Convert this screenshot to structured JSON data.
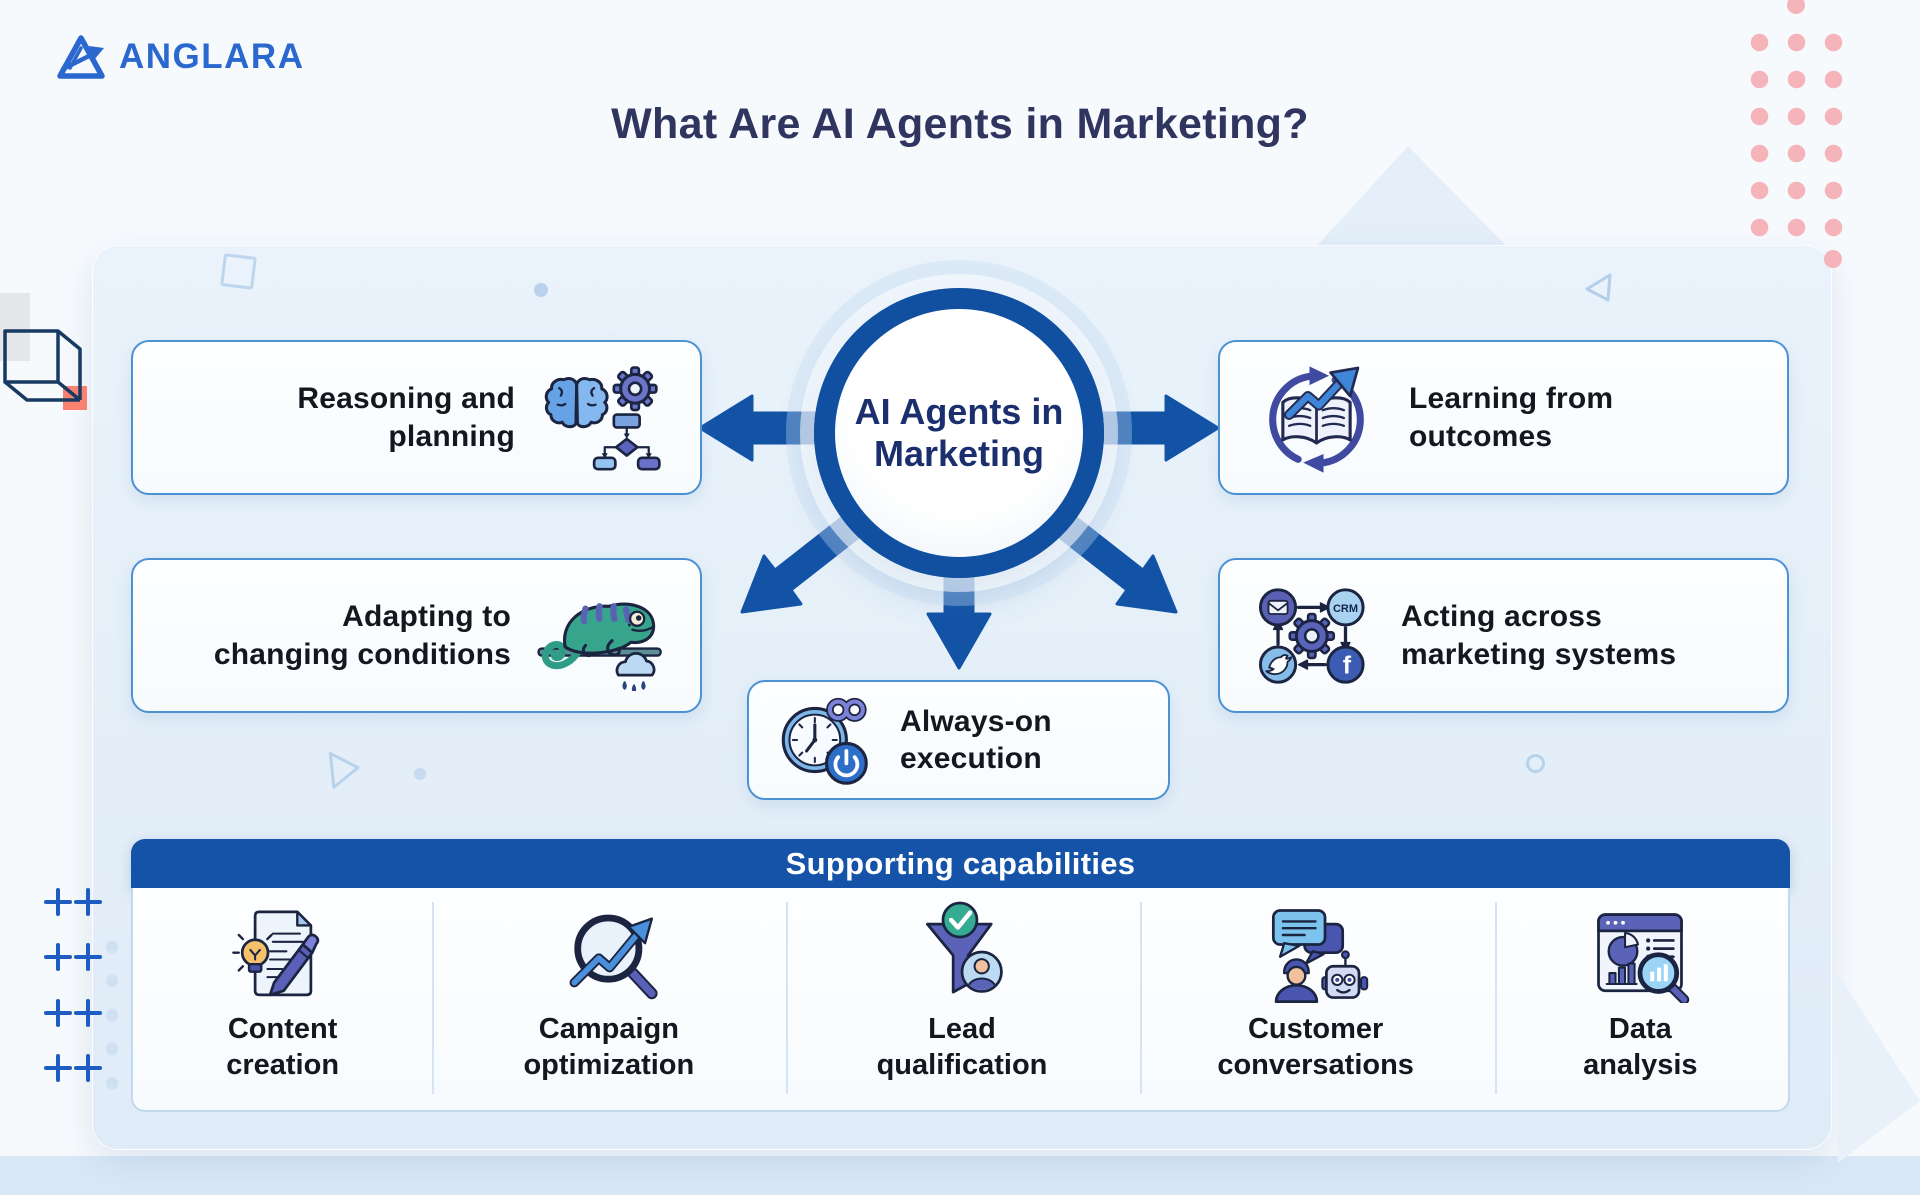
{
  "brand": {
    "name": "ANGLARA",
    "logo_icon": "triangle-arrow-logo"
  },
  "title": "What Are AI Agents in Marketing?",
  "hub": {
    "line1": "AI Agents in",
    "line2": "Marketing"
  },
  "features": [
    {
      "line1": "Reasoning and",
      "line2": "planning",
      "icon": "brain-flowchart-icon"
    },
    {
      "line1": "Learning from",
      "line2": "outcomes",
      "icon": "book-growth-icon"
    },
    {
      "line1": "Adapting to",
      "line2": "changing conditions",
      "icon": "chameleon-icon"
    },
    {
      "line1": "Acting across",
      "line2": "marketing systems",
      "icon": "marketing-systems-icon",
      "badge_crm": "CRM",
      "badge_facebook": "f"
    },
    {
      "line1": "Always-on",
      "line2": "execution",
      "icon": "clock-infinity-power-icon"
    }
  ],
  "supporting": {
    "header": "Supporting capabilities",
    "items": [
      {
        "line1": "Content",
        "line2": "creation",
        "icon": "document-pen-bulb-icon"
      },
      {
        "line1": "Campaign",
        "line2": "optimization",
        "icon": "magnifier-growth-icon"
      },
      {
        "line1": "Lead",
        "line2": "qualification",
        "icon": "funnel-check-person-icon"
      },
      {
        "line1": "Customer",
        "line2": "conversations",
        "icon": "chat-person-robot-icon"
      },
      {
        "line1": "Data",
        "line2": "analysis",
        "icon": "dashboard-magnifier-icon"
      }
    ]
  },
  "colors": {
    "accent_blue": "#1253a6",
    "ring_blue": "#1150a0",
    "header_bar": "#1553a8",
    "panel_bg": "#e7f1fa",
    "title_navy": "#30355f",
    "hub_text": "#1b2f6e",
    "box_border": "#4b92d3",
    "logo_blue": "#2a67ce",
    "pink_dots": "#f4b4ba"
  }
}
